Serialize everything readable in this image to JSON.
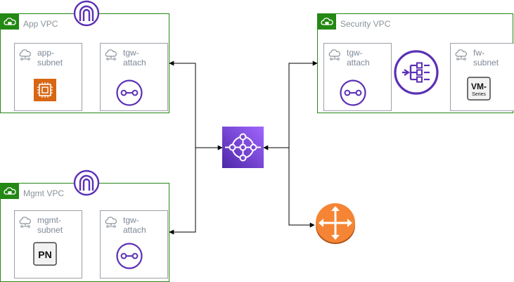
{
  "diagram": {
    "vpcs": [
      {
        "id": "app",
        "label": "App VPC"
      },
      {
        "id": "mgmt",
        "label": "Mgmt VPC"
      },
      {
        "id": "security",
        "label": "Security VPC"
      }
    ],
    "subnets": [
      {
        "id": "app-subnet",
        "label": "app-\nsubnet",
        "icon": "ec2-instance-icon"
      },
      {
        "id": "app-tgw",
        "label": "tgw-\nattach",
        "icon": "tgw-attachment-icon"
      },
      {
        "id": "mgmt-subnet",
        "label": "mgmt-\nsubnet",
        "icon": "panorama-icon",
        "icon_text": "PN"
      },
      {
        "id": "mgmt-tgw",
        "label": "tgw-\nattach",
        "icon": "tgw-attachment-icon"
      },
      {
        "id": "sec-tgw",
        "label": "tgw-\nattach",
        "icon": "tgw-attachment-icon"
      },
      {
        "id": "fw-subnet",
        "label": "fw-\nsubnet",
        "icon": "vm-series-icon",
        "icon_text": "VM-",
        "icon_subtext": "Series"
      }
    ],
    "icons": {
      "transit_gateway": "transit-gateway-icon",
      "internet_gateway": "internet-gateway-icon",
      "gateway_load_balancer": "gateway-load-balancer-icon",
      "router": "router-icon"
    },
    "colors": {
      "vpc_border": "#248814",
      "subnet_border": "#9aa0a6",
      "purple": "#5a30b5",
      "tgw_fill": "#7b4de0",
      "ec2_orange": "#d86613",
      "router_orange": "#f58534"
    }
  }
}
